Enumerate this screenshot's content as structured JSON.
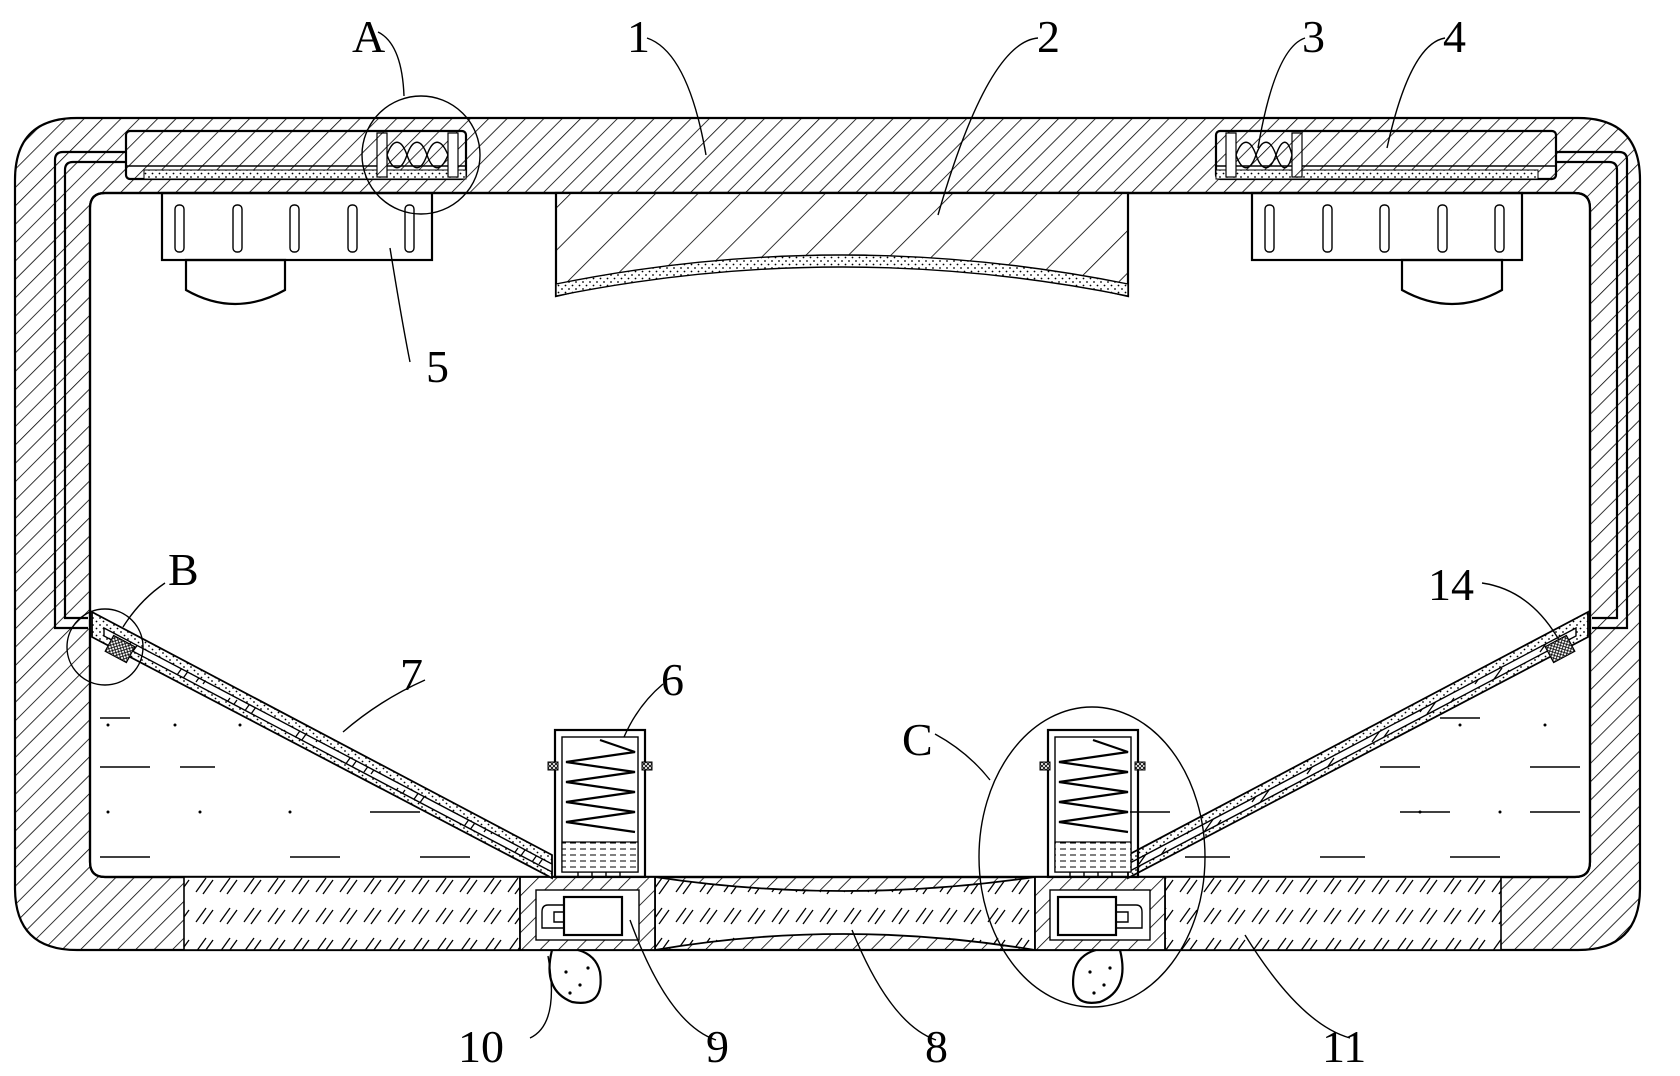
{
  "labels": {
    "A": "A",
    "B": "B",
    "C": "C",
    "n1": "1",
    "n2": "2",
    "n3": "3",
    "n4": "4",
    "n5": "5",
    "n6": "6",
    "n7": "7",
    "n8": "8",
    "n9": "9",
    "n10": "10",
    "n11": "11",
    "n14": "14"
  }
}
